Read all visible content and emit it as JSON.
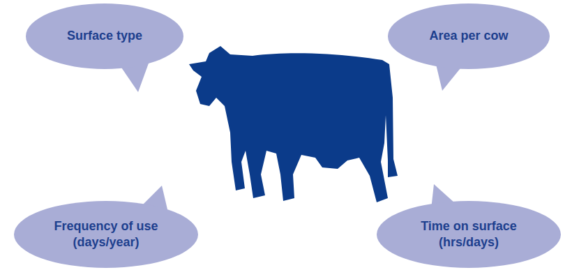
{
  "diagram": {
    "nodes": [
      {
        "text": [
          "Surface type"
        ]
      },
      {
        "text": [
          "Area per cow"
        ]
      },
      {
        "text": [
          "Frequency of use (days/year)"
        ]
      },
      {
        "text": [
          "Time on surface (hrs/days)"
        ]
      }
    ]
  }
}
